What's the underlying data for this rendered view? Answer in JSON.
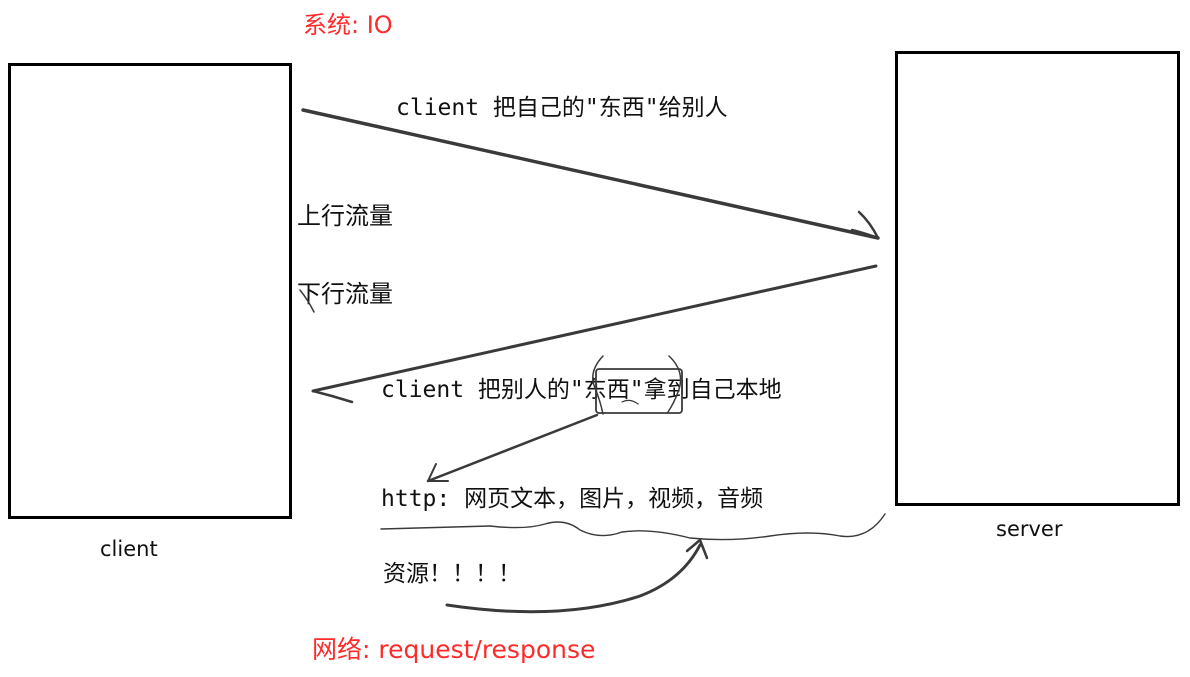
{
  "labels": {
    "system": "系统:   IO",
    "network": "网络:  request/response",
    "client": "client",
    "server": "server"
  },
  "annotations": {
    "upload": "client 把自己的\"东西\"给别人",
    "up_traffic": "上行流量",
    "down_traffic": "下行流量",
    "download": "client 把别人的\"东西\"拿到自己本地",
    "http": "http:  网页文本，图片，视频，音频",
    "resources": "资源！！！！"
  },
  "colors": {
    "accent_red": "#ff2a2a",
    "ink": "#111111",
    "pencil": "#3a3a3a"
  }
}
